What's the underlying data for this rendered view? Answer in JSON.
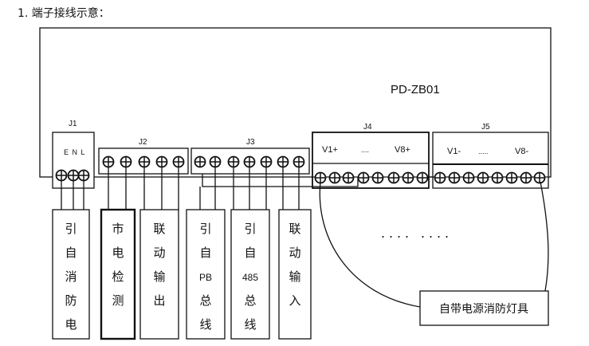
{
  "title": "1. 端子接线示意：",
  "board": {
    "model": "PD-ZB01"
  },
  "connectors": [
    {
      "id": "J1",
      "label": "E N L",
      "terminals": 3
    },
    {
      "id": "J2",
      "terminals": 5
    },
    {
      "id": "J3",
      "terminals": 7
    },
    {
      "id": "J4",
      "left": "V1+",
      "mid": "....",
      "right": "V8+",
      "terminals": 8
    },
    {
      "id": "J5",
      "left": "V1-",
      "mid": ".....",
      "right": "V8-",
      "terminals": 8
    }
  ],
  "wire_boxes": [
    {
      "chars": [
        "引",
        "自",
        "消",
        "防",
        "电"
      ]
    },
    {
      "chars": [
        "市",
        "电",
        "检",
        "测"
      ]
    },
    {
      "chars": [
        "联",
        "动",
        "输",
        "出"
      ]
    },
    {
      "chars": [
        "引",
        "自",
        "PB",
        "总",
        "线"
      ]
    },
    {
      "chars": [
        "引",
        "自",
        "485",
        "总",
        "线"
      ]
    },
    {
      "chars": [
        "联",
        "动",
        "输",
        "入"
      ]
    }
  ],
  "lamp": {
    "label": "自带电源消防灯具"
  },
  "dots": "....   ...."
}
